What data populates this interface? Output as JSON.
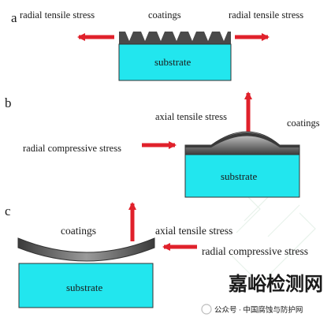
{
  "panels": {
    "a": {
      "label": "a",
      "left_stress": "radial tensile stress",
      "coatings": "coatings",
      "right_stress": "radial tensile stress",
      "substrate": "substrate"
    },
    "b": {
      "label": "b",
      "axial_stress": "axial tensile stress",
      "radial_stress": "radial compressive stress",
      "coatings": "coatings",
      "substrate": "substrate"
    },
    "c": {
      "label": "c",
      "coatings": "coatings",
      "axial_stress": "axial tensile stress",
      "radial_stress": "radial compressive stress",
      "substrate": "substrate"
    }
  },
  "watermark": {
    "brand": "嘉峪检测网",
    "footer": "公众号 · 中国腐蚀与防护网"
  },
  "colors": {
    "substrate": "#22e6ee",
    "coating": "#4a4a4a",
    "arrow": "#e0212b"
  }
}
